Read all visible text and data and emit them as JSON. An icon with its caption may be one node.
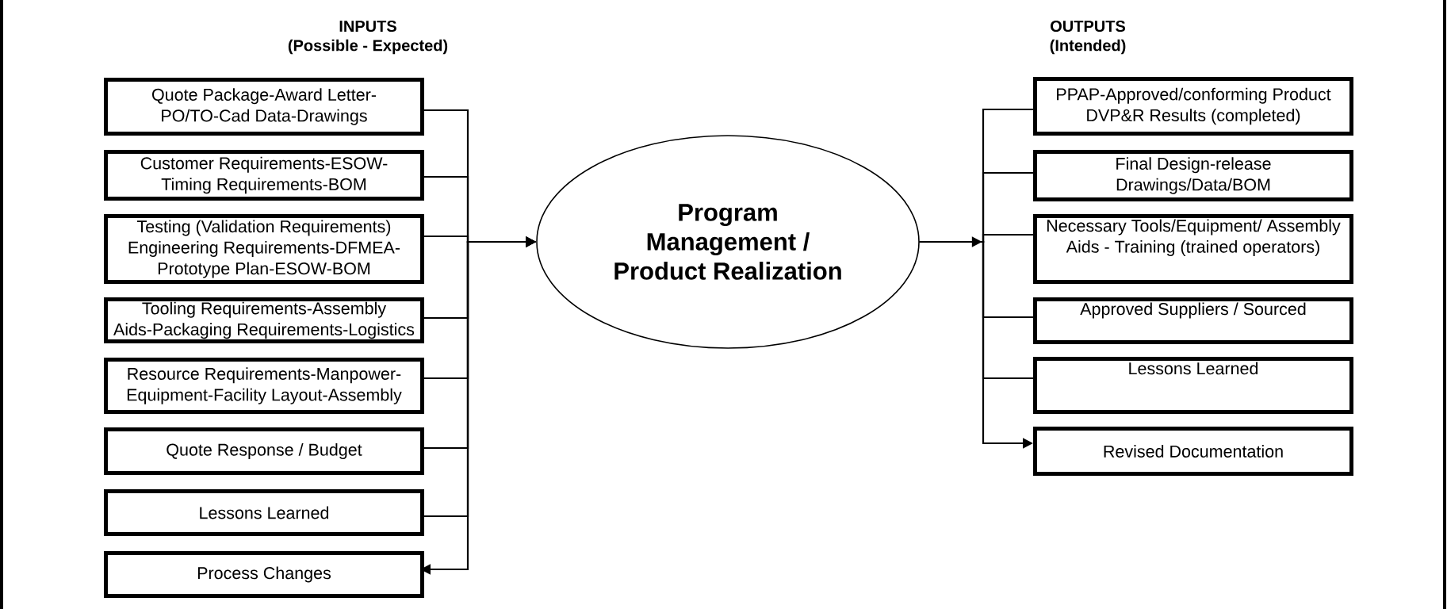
{
  "diagram": {
    "nodes": [
      {
        "text": [
          "Quote Package-Award Letter-PO/TO-Cad Data-Drawings"
        ]
      },
      {
        "text": [
          "Customer Requirements-ESOW-Timing Requirements-BOM"
        ]
      },
      {
        "text": [
          "Testing (Validation Requirements) Engineering Requirements-DFMEA-Prototype Plan-ESOW-BOM"
        ]
      },
      {
        "text": [
          "Tooling Requirements-Assembly Aids-Packaging Requirements-Logistics"
        ]
      },
      {
        "text": [
          "Resource Requirements-Manpower-Equipment-Facility Layout-Assembly"
        ]
      },
      {
        "text": [
          "Quote Response / Budget"
        ]
      },
      {
        "text": [
          "Lessons Learned"
        ]
      },
      {
        "text": [
          "Process Changes"
        ]
      },
      {
        "text": [
          "Program Management / Product Realization"
        ]
      },
      {
        "text": [
          "PPAP-Approved/conforming Product DVP&R Results (completed)"
        ]
      },
      {
        "text": [
          "Final Design-release Drawings/Data/BOM"
        ]
      },
      {
        "text": [
          "Necessary Tools/Equipment/ Assembly Aids - Training (trained operators)"
        ]
      },
      {
        "text": [
          "Approved Suppliers / Sourced"
        ]
      },
      {
        "text": [
          "Lessons Learned"
        ]
      },
      {
        "text": [
          "Revised Documentation"
        ]
      }
    ],
    "edges": [
      {
        "from": 0,
        "to": 8,
        "arrow": "to"
      },
      {
        "from": 1,
        "to": 8,
        "arrow": "to"
      },
      {
        "from": 2,
        "to": 8,
        "arrow": "to"
      },
      {
        "from": 3,
        "to": 8,
        "arrow": "to"
      },
      {
        "from": 4,
        "to": 8,
        "arrow": "to"
      },
      {
        "from": 5,
        "to": 8,
        "arrow": "to"
      },
      {
        "from": 6,
        "to": 8,
        "arrow": "to"
      },
      {
        "from": null,
        "to": 7,
        "arrow": "to"
      },
      {
        "from": 8,
        "to": 9,
        "arrow": "none"
      },
      {
        "from": 8,
        "to": 10,
        "arrow": "none"
      },
      {
        "from": 8,
        "to": 11,
        "arrow": "none"
      },
      {
        "from": 8,
        "to": 12,
        "arrow": "none"
      },
      {
        "from": 8,
        "to": 13,
        "arrow": "none"
      },
      {
        "from": 8,
        "to": 14,
        "arrow": "to"
      }
    ],
    "labels": [
      "INPUTS",
      "(Possible - Expected)",
      "OUTPUTS",
      "(Intended)"
    ]
  }
}
